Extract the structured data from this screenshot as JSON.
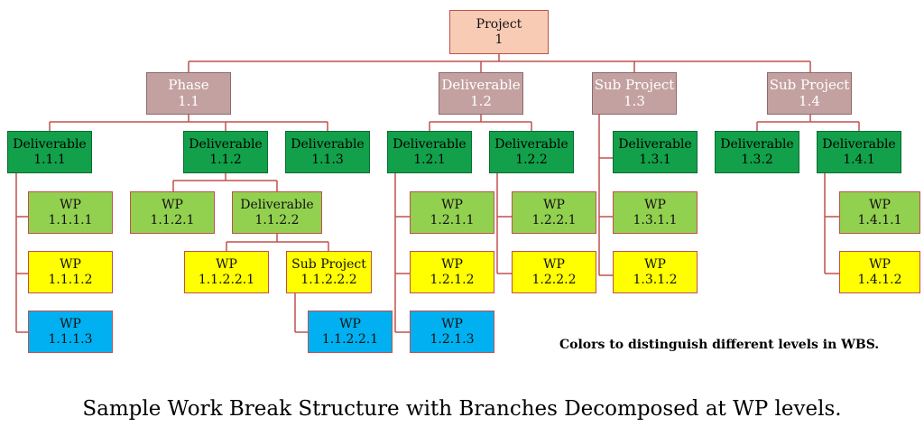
{
  "colors": {
    "connector": "#c0504d",
    "project": "#f8cbb5",
    "phase": "#c4a1a1",
    "deliverable": "#12a04a",
    "wp_level_1": "#92d050",
    "wp_level_2": "#ffff00",
    "wp_level_3": "#00b0f0"
  },
  "nodes": {
    "project": {
      "label": "Project",
      "code": "1"
    },
    "p1_1": {
      "label": "Phase",
      "code": "1.1"
    },
    "p1_2": {
      "label": "Deliverable",
      "code": "1.2"
    },
    "p1_3": {
      "label": "Sub Project",
      "code": "1.3"
    },
    "p1_4": {
      "label": "Sub Project",
      "code": "1.4"
    },
    "d1_1_1": {
      "label": "Deliverable",
      "code": "1.1.1"
    },
    "d1_1_2": {
      "label": "Deliverable",
      "code": "1.1.2"
    },
    "d1_1_3": {
      "label": "Deliverable",
      "code": "1.1.3"
    },
    "d1_2_1": {
      "label": "Deliverable",
      "code": "1.2.1"
    },
    "d1_2_2": {
      "label": "Deliverable",
      "code": "1.2.2"
    },
    "d1_3_1": {
      "label": "Deliverable",
      "code": "1.3.1"
    },
    "d1_3_2": {
      "label": "Deliverable",
      "code": "1.3.2"
    },
    "d1_4_1": {
      "label": "Deliverable",
      "code": "1.4.1"
    },
    "wp1_1_1_1": {
      "label": "WP",
      "code": "1.1.1.1"
    },
    "wp1_1_1_2": {
      "label": "WP",
      "code": "1.1.1.2"
    },
    "wp1_1_1_3": {
      "label": "WP",
      "code": "1.1.1.3"
    },
    "wp1_1_2_1": {
      "label": "WP",
      "code": "1.1.2.1"
    },
    "d1_1_2_2": {
      "label": "Deliverable",
      "code": "1.1.2.2"
    },
    "wp1_1_2_2_1": {
      "label": "WP",
      "code": "1.1.2.2.1"
    },
    "sp1_1_2_2_2": {
      "label": "Sub Project",
      "code": "1.1.2.2.2"
    },
    "wp1_1_2_2_1b": {
      "label": "WP",
      "code": "1.1.2.2.1"
    },
    "wp1_2_1_1": {
      "label": "WP",
      "code": "1.2.1.1"
    },
    "wp1_2_1_2": {
      "label": "WP",
      "code": "1.2.1.2"
    },
    "wp1_2_1_3": {
      "label": "WP",
      "code": "1.2.1.3"
    },
    "wp1_2_2_1": {
      "label": "WP",
      "code": "1.2.2.1"
    },
    "wp1_2_2_2": {
      "label": "WP",
      "code": "1.2.2.2"
    },
    "wp1_3_1_1": {
      "label": "WP",
      "code": "1.3.1.1"
    },
    "wp1_3_1_2": {
      "label": "WP",
      "code": "1.3.1.2"
    },
    "wp1_4_1_1": {
      "label": "WP",
      "code": "1.4.1.1"
    },
    "wp1_4_1_2": {
      "label": "WP",
      "code": "1.4.1.2"
    }
  },
  "note": "Colors to distinguish different levels in WBS.",
  "caption": "Sample Work Break Structure with Branches Decomposed at WP levels."
}
